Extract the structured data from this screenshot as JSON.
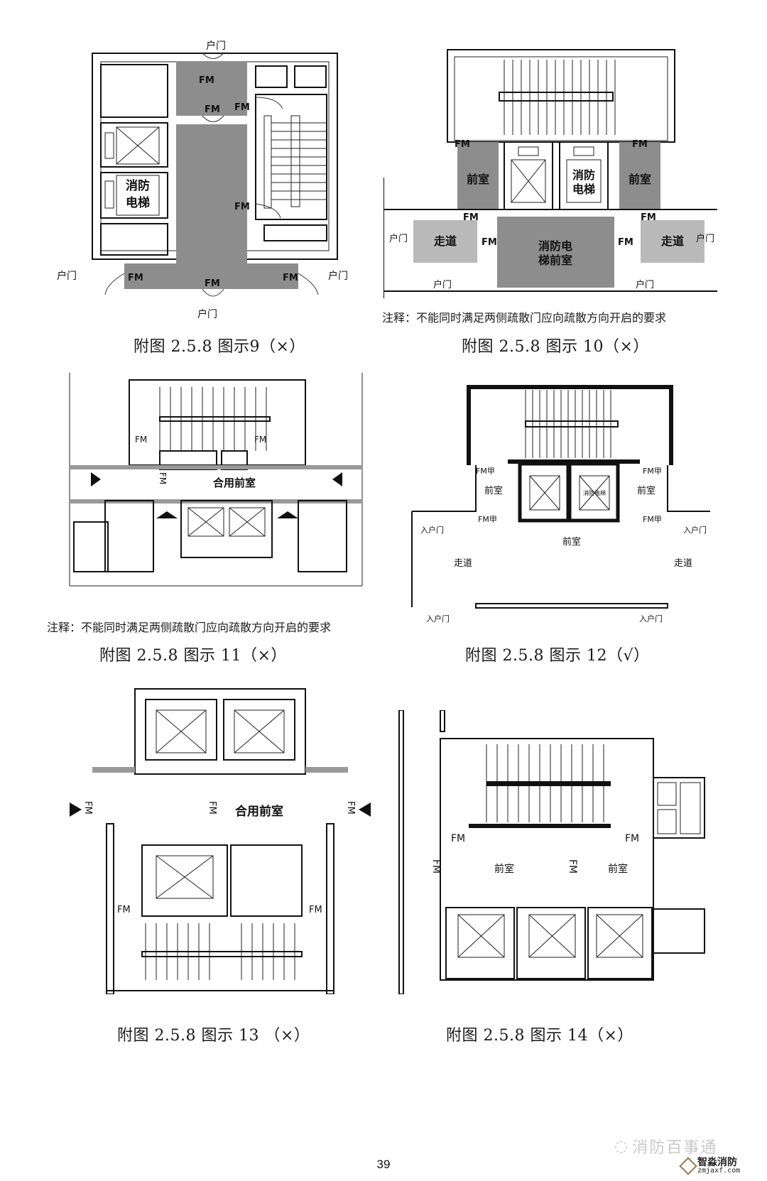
{
  "page": {
    "page_number": "39"
  },
  "figures": [
    {
      "id": "fig9",
      "caption": "附图 2.5.8 图示9（×）",
      "labels": {
        "door": "户门",
        "fm": "FM",
        "fire_elevator": [
          "消防",
          "电梯"
        ]
      }
    },
    {
      "id": "fig10",
      "caption": "附图 2.5.8 图示 10（×）",
      "note": "注释：不能同时满足两侧疏散门应向疏散方向开启的要求",
      "labels": {
        "door": "户门",
        "fm": "FM",
        "anteroom": "前室",
        "corridor": "走道",
        "fire_elevator": [
          "消防",
          "电梯"
        ],
        "fire_elevator_lobby": [
          "消防电",
          "梯前室"
        ]
      }
    },
    {
      "id": "fig11",
      "caption": "附图 2.5.8 图示 11（×）",
      "note": "注释：不能同时满足两侧疏散门应向疏散方向开启的要求",
      "labels": {
        "fm": "FM",
        "shared_lobby": "合用前室"
      }
    },
    {
      "id": "fig12",
      "caption": "附图 2.5.8 图示 12（√）",
      "labels": {
        "fm_a": "FM甲",
        "anteroom": "前室",
        "corridor": "走道",
        "entry_door": "入户门",
        "fire_elevator": "消防电梯"
      }
    },
    {
      "id": "fig13",
      "caption": "附图 2.5.8 图示 13 （×）",
      "labels": {
        "fm": "FM",
        "shared_lobby": "合用前室"
      }
    },
    {
      "id": "fig14",
      "caption": "附图 2.5.8 图示 14（×）",
      "labels": {
        "fm": "FM",
        "anteroom": "前室"
      }
    }
  ],
  "watermark": {
    "channel": "消防百事通",
    "brand": "智淼消防",
    "site": "zmjaxf.com"
  },
  "colors": {
    "dark_fill": "#8d8d8d",
    "light_fill": "#b9b9b9",
    "brand_accent": "#a0764f"
  }
}
